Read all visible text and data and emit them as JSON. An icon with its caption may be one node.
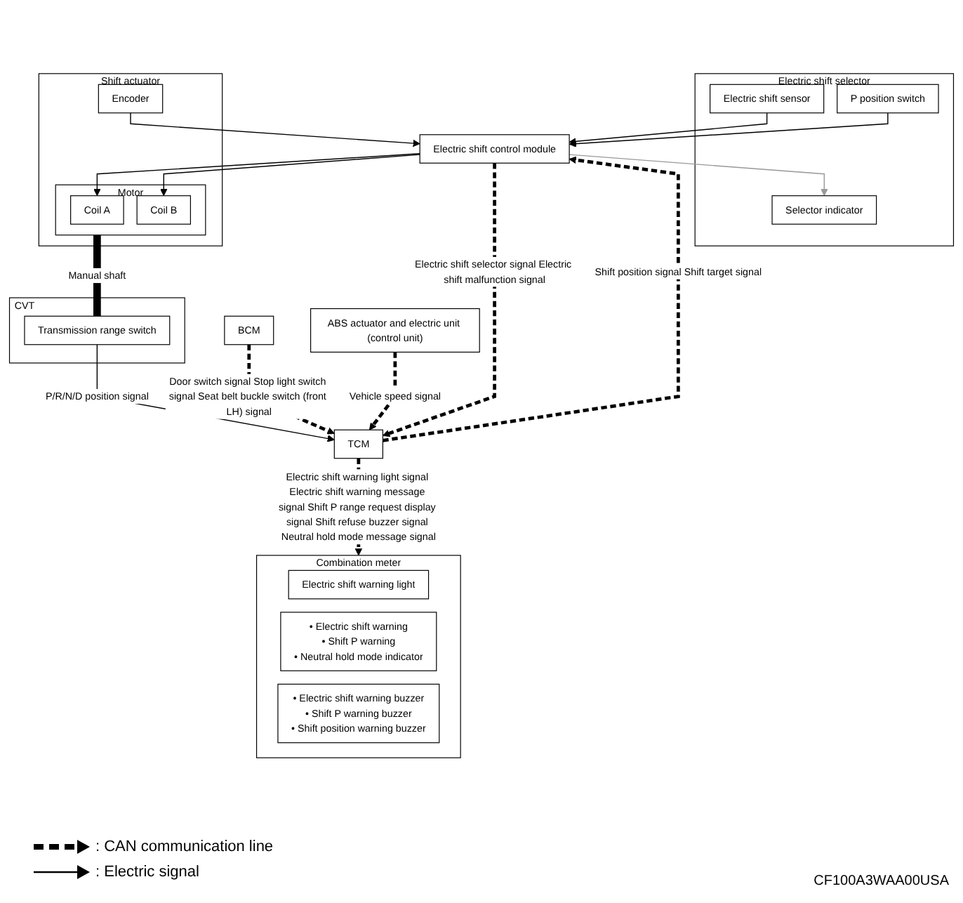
{
  "diagram": {
    "nodes": [
      {
        "text": [
          "Electric shift selector"
        ]
      },
      {
        "text": [
          "Electric shift sensor"
        ],
        "in": 0
      },
      {
        "text": [
          "P position switch"
        ],
        "in": 0
      },
      {
        "text": [
          "Selector indicator"
        ],
        "in": 0
      },
      {
        "text": [
          "Electric shift control module"
        ]
      },
      {
        "text": [
          "Shift actuator"
        ]
      },
      {
        "text": [
          "Encoder"
        ],
        "in": 5
      },
      {
        "text": [
          "Motor"
        ],
        "in": 5
      },
      {
        "text": [
          "Coil A"
        ],
        "in": 7
      },
      {
        "text": [
          "Coil B"
        ],
        "in": 7
      },
      {
        "text": [
          "Combination meter"
        ]
      },
      {
        "text": [
          "Electric shift warning light"
        ],
        "in": 10
      },
      {
        "text": [
          "• Electric shift warning",
          "• Shift P warning",
          "• Neutral hold mode indicator"
        ],
        "in": 10
      },
      {
        "text": [
          "• Electric shift warning buzzer",
          "• Shift P warning buzzer",
          "• Shift position warning buzzer"
        ],
        "in": 10
      },
      {
        "text": [
          "CVT"
        ]
      },
      {
        "text": [
          "Transmission range switch"
        ],
        "in": 14
      },
      {
        "text": [
          "BCM"
        ]
      },
      {
        "text": [
          "TCM"
        ]
      },
      {
        "text": [
          "ABS actuator and electric unit (control unit)"
        ]
      }
    ],
    "edges": [
      {
        "from": 1,
        "to": 4,
        "arrow": "to"
      },
      {
        "from": 2,
        "to": 4,
        "arrow": "to"
      },
      {
        "from": 4,
        "to": 3,
        "arrow": "to",
        "color": "#999999"
      },
      {
        "from": 6,
        "to": 4,
        "arrow": "to"
      },
      {
        "from": 4,
        "to": 8,
        "arrow": "to"
      },
      {
        "from": 4,
        "to": 9,
        "arrow": "to"
      },
      {
        "from": 7,
        "to": 15,
        "arrow": "none",
        "style": "thick",
        "label": "Manual shaft"
      },
      {
        "from": 15,
        "to": 17,
        "arrow": "to",
        "label": "P/R/N/D position signal"
      },
      {
        "from": 16,
        "to": 17,
        "arrow": "to",
        "style": "dashed",
        "label": "Door switch signal Stop light switch signal Seat belt buckle switch (front LH) signal"
      },
      {
        "from": 4,
        "to": 17,
        "arrow": "to",
        "style": "dashed",
        "label": "Electric shift selector signal Electric shift malfunction signal"
      },
      {
        "from": 17,
        "to": 4,
        "arrow": "to",
        "style": "dashed",
        "label": "Shift position signal Shift target signal"
      },
      {
        "from": 17,
        "to": 10,
        "arrow": "to",
        "style": "dashed",
        "label": "Electric shift warning light signal Electric shift warning message signal Shift P range request display signal Shift refuse buzzer signal Neutral hold mode message signal"
      },
      {
        "from": 18,
        "to": 17,
        "arrow": "to",
        "style": "dashed",
        "label": "Vehicle speed signal"
      }
    ],
    "labels": [
      "CF100A3WAA00USA"
    ],
    "legend": [
      {
        "text": ": CAN communication line"
      },
      {
        "text": ": Electric signal"
      }
    ]
  }
}
